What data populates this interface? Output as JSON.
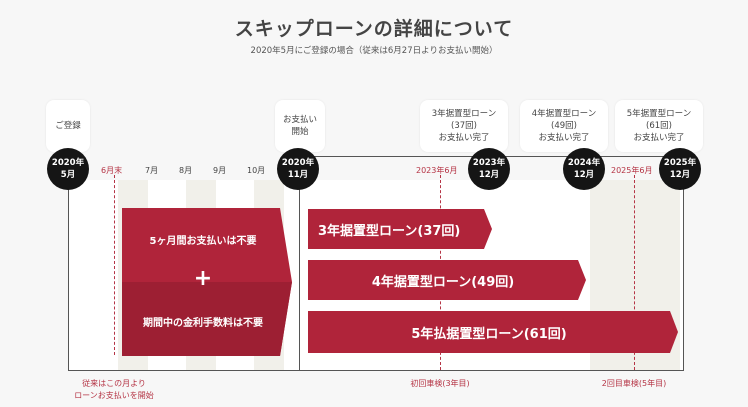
{
  "header": {
    "title": "スキップローンの詳細について",
    "subtitle": "2020年5月にご登録の場合（従来は6月27日よりお支払い開始）"
  },
  "bubbles": {
    "register": "ご登録",
    "payment_start_1": "お支払い",
    "payment_start_2": "開始",
    "loan3_1": "3年据置型ローン",
    "loan3_2": "(37回)",
    "loan3_3": "お支払い完了",
    "loan4_1": "4年据置型ローン",
    "loan4_2": "(49回)",
    "loan4_3": "お支払い完了",
    "loan5_1": "5年据置型ローン",
    "loan5_2": "(61回)",
    "loan5_3": "お支払い完了"
  },
  "milestones": {
    "m1_year": "2020年",
    "m1_month": "5月",
    "m2_year": "2020年",
    "m2_month": "11月",
    "m3_year": "2023年",
    "m3_month": "12月",
    "m4_year": "2024年",
    "m4_month": "12月",
    "m5_year": "2025年",
    "m5_month": "12月"
  },
  "months": {
    "june_end": "6月末",
    "july": "7月",
    "aug": "8月",
    "sep": "9月",
    "oct": "10月",
    "june_2023": "2023年6月",
    "june_2025": "2025年6月"
  },
  "deferment_box": {
    "line1": "5ヶ月間お支払いは不要",
    "plus": "+",
    "line2": "期間中の金利手数料は不要"
  },
  "bars": {
    "bar3": "3年据置型ローン(37回)",
    "bar4": "4年据置型ローン(49回)",
    "bar5": "5年払据置型ローン(61回)"
  },
  "footer": {
    "left_1": "従来はこの月より",
    "left_2": "ローンお支払いを開始",
    "inspection1": "初回車検(3年目)",
    "inspection2": "2回目車検(5年目)"
  },
  "colors": {
    "accent": "#b0243a",
    "dark": "#151515"
  }
}
